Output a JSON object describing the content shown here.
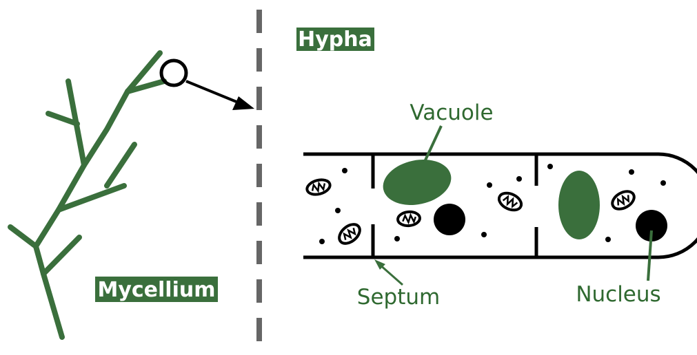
{
  "labels": {
    "hypha": "Hypha",
    "mycellium": "Mycellium",
    "vacuole": "Vacuole",
    "septum": "Septum",
    "nucleus": "Nucleus"
  },
  "colors": {
    "green": "#3a6f3c",
    "label_green": "#2f6930",
    "dark_fill": "#000000",
    "divider": "#666666"
  }
}
